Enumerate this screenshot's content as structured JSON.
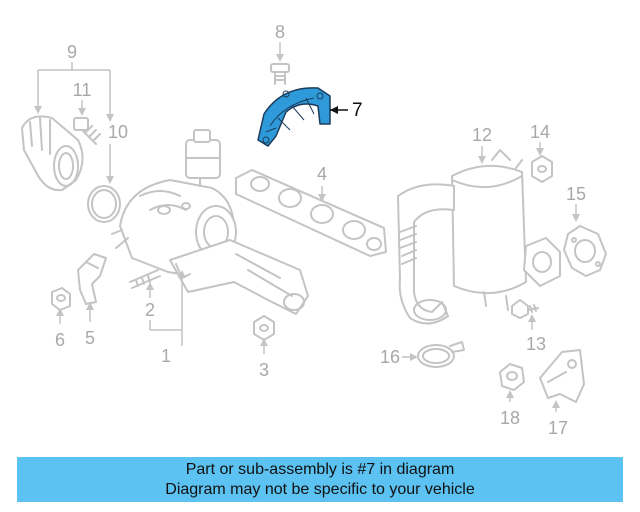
{
  "diagram": {
    "callouts": {
      "c1": "1",
      "c2": "2",
      "c3": "3",
      "c4": "4",
      "c5": "5",
      "c6": "6",
      "c7": "7",
      "c8": "8",
      "c9": "9",
      "c10": "10",
      "c11": "11",
      "c12": "12",
      "c13": "13",
      "c14": "14",
      "c15": "15",
      "c16": "16",
      "c17": "17",
      "c18": "18"
    },
    "colors": {
      "highlight": "#2f9ad9",
      "part_lines": "#c4c4c4",
      "numbers": "#a8a8a8",
      "banner": "#5bc2f2"
    }
  },
  "banner": {
    "line1": "Part or sub-assembly is #7 in diagram",
    "line2": "Diagram may not be specific to your vehicle"
  }
}
